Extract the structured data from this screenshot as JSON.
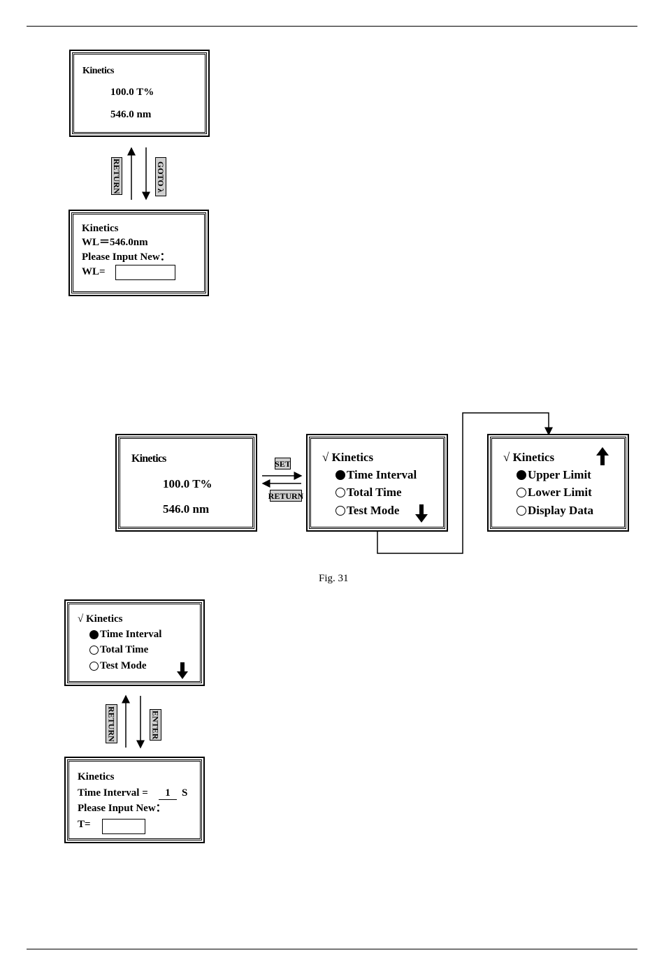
{
  "flow1": {
    "screen_main": {
      "title": "Kinetics",
      "value": "100.0 T%",
      "wavelength": "546.0 nm"
    },
    "key_return": "RETURN",
    "key_goto": "GOTO λ",
    "screen_input": {
      "title": "Kinetics",
      "current": "WL＝546.0nm",
      "prompt": "Please Input New：",
      "field_label": "WL=",
      "field_value": ""
    }
  },
  "flow2": {
    "screen_main": {
      "title": "Kinetics",
      "value": "100.0 T%",
      "wavelength": "546.0 nm"
    },
    "key_set": "SET",
    "key_return": "RETURN",
    "menu_page1": {
      "title": "√ Kinetics",
      "items": [
        {
          "label": "Time Interval",
          "selected": true
        },
        {
          "label": "Total Time",
          "selected": false
        },
        {
          "label": "Test Mode",
          "selected": false
        }
      ],
      "scroll_icon": "arrow-down-icon"
    },
    "menu_page2": {
      "title": "√ Kinetics",
      "items": [
        {
          "label": "Upper Limit",
          "selected": true
        },
        {
          "label": "Lower Limit",
          "selected": false
        },
        {
          "label": "Display Data",
          "selected": false
        }
      ],
      "scroll_icon": "arrow-up-icon"
    },
    "caption": "Fig. 31"
  },
  "flow3": {
    "menu": {
      "title": "√ Kinetics",
      "items": [
        {
          "label": "Time Interval",
          "selected": true
        },
        {
          "label": "Total Time",
          "selected": false
        },
        {
          "label": "Test Mode",
          "selected": false
        }
      ],
      "scroll_icon": "arrow-down-icon"
    },
    "key_return": "RETURN",
    "key_enter": "ENTER",
    "screen_input": {
      "title": "Kinetics",
      "current_label": "Time Interval =",
      "current_value": "1",
      "unit": "S",
      "prompt": "Please Input New：",
      "field_label": "T=",
      "field_value": ""
    }
  }
}
